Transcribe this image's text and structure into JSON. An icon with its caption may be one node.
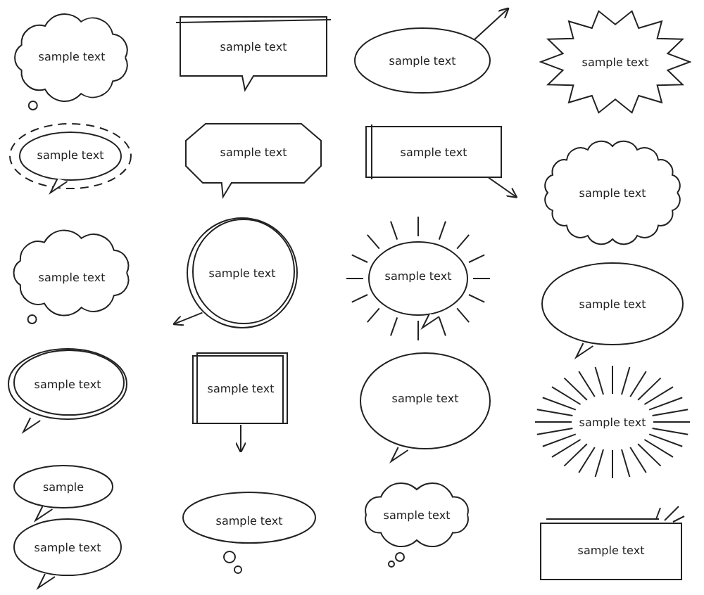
{
  "diagram": {
    "nodes": [
      {
        "text": [
          "sample text"
        ]
      },
      {
        "text": [
          "sample text"
        ]
      },
      {
        "text": [
          "sample text"
        ]
      },
      {
        "text": [
          "sample text"
        ]
      },
      {
        "text": [
          "sample text"
        ]
      },
      {
        "text": [
          "sample text"
        ]
      },
      {
        "text": [
          "sample text"
        ]
      },
      {
        "text": [
          "sample text"
        ]
      },
      {
        "text": [
          "sample text"
        ]
      },
      {
        "text": [
          "sample text"
        ]
      },
      {
        "text": [
          "sample text"
        ]
      },
      {
        "text": [
          "sample text"
        ]
      },
      {
        "text": [
          "sample text"
        ]
      },
      {
        "text": [
          "sample text"
        ]
      },
      {
        "text": [
          "sample text"
        ]
      },
      {
        "text": [
          "sample text"
        ]
      },
      {
        "text": [
          "sample"
        ]
      },
      {
        "text": [
          "sample text"
        ]
      },
      {
        "text": [
          "sample text"
        ]
      },
      {
        "text": [
          "sample text"
        ]
      },
      {
        "text": [
          "sample text"
        ]
      }
    ],
    "edges": [
      {
        "from": 2,
        "to": null,
        "arrow": "to"
      },
      {
        "from": 6,
        "to": null,
        "arrow": "to"
      },
      {
        "from": 9,
        "to": null,
        "arrow": "to"
      },
      {
        "from": 13,
        "to": null,
        "arrow": "to"
      }
    ]
  }
}
